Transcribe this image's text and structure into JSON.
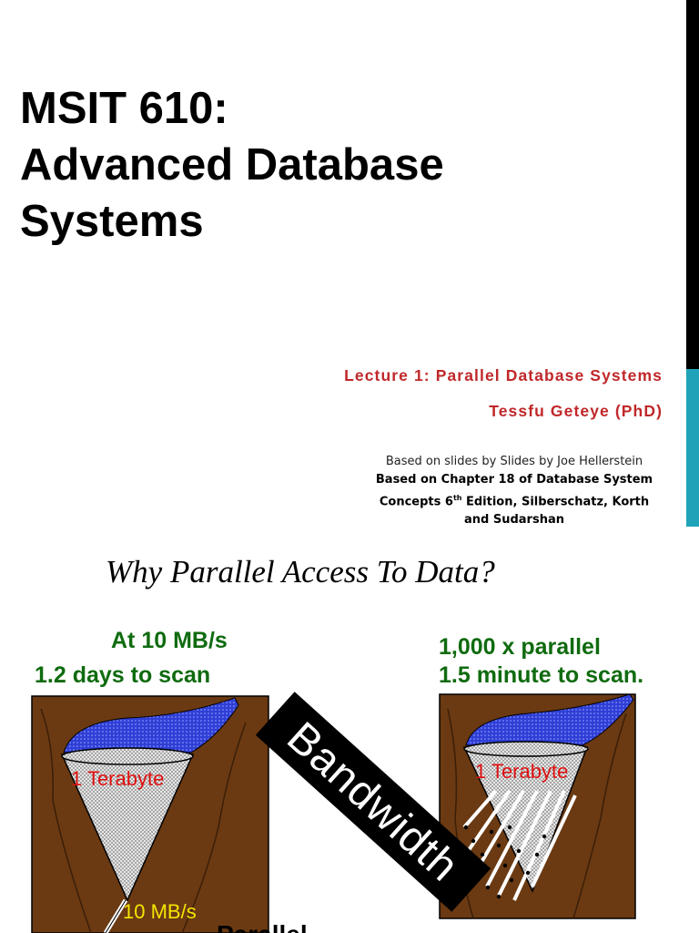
{
  "slide1": {
    "title_lines": [
      "MSIT 610:",
      "Advanced Database",
      "Systems"
    ],
    "lecture": "Lecture 1: Parallel Database Systems",
    "author": "Tessfu Geteye (PhD)",
    "credit_line1": "Based on slides by Slides by Joe Hellerstein",
    "credit_line2": "Based on Chapter 18  of Database System",
    "credit_line3a": "Concepts 6",
    "credit_sup": "th",
    "credit_line3b": " Edition, Silberschatz, Korth",
    "credit_line4": "and Sudarshan",
    "colors": {
      "accent_red": "#c0282a",
      "bar_black": "#000000",
      "bar_teal": "#1fa3b8"
    }
  },
  "slide2": {
    "title": "Why Parallel Access To Data?",
    "left_caption_1": "At 10 MB/s",
    "left_caption_2": "1.2 days to scan",
    "right_caption_1": "1,000 x parallel",
    "right_caption_2": "1.5 minute to scan.",
    "left_label": "1 Terabyte",
    "right_label": "1 Terabyte",
    "throughput_label": "10 MB/s",
    "bandwidth_label": "Bandwidth",
    "bottom_peek": "Parallel",
    "colors": {
      "caption_green": "#0f6b0f",
      "label_red": "#e01010",
      "throughput_yellow": "#f3e600",
      "earth_brown": "#6b3a12",
      "water_blue": "#2f3fd6"
    }
  }
}
